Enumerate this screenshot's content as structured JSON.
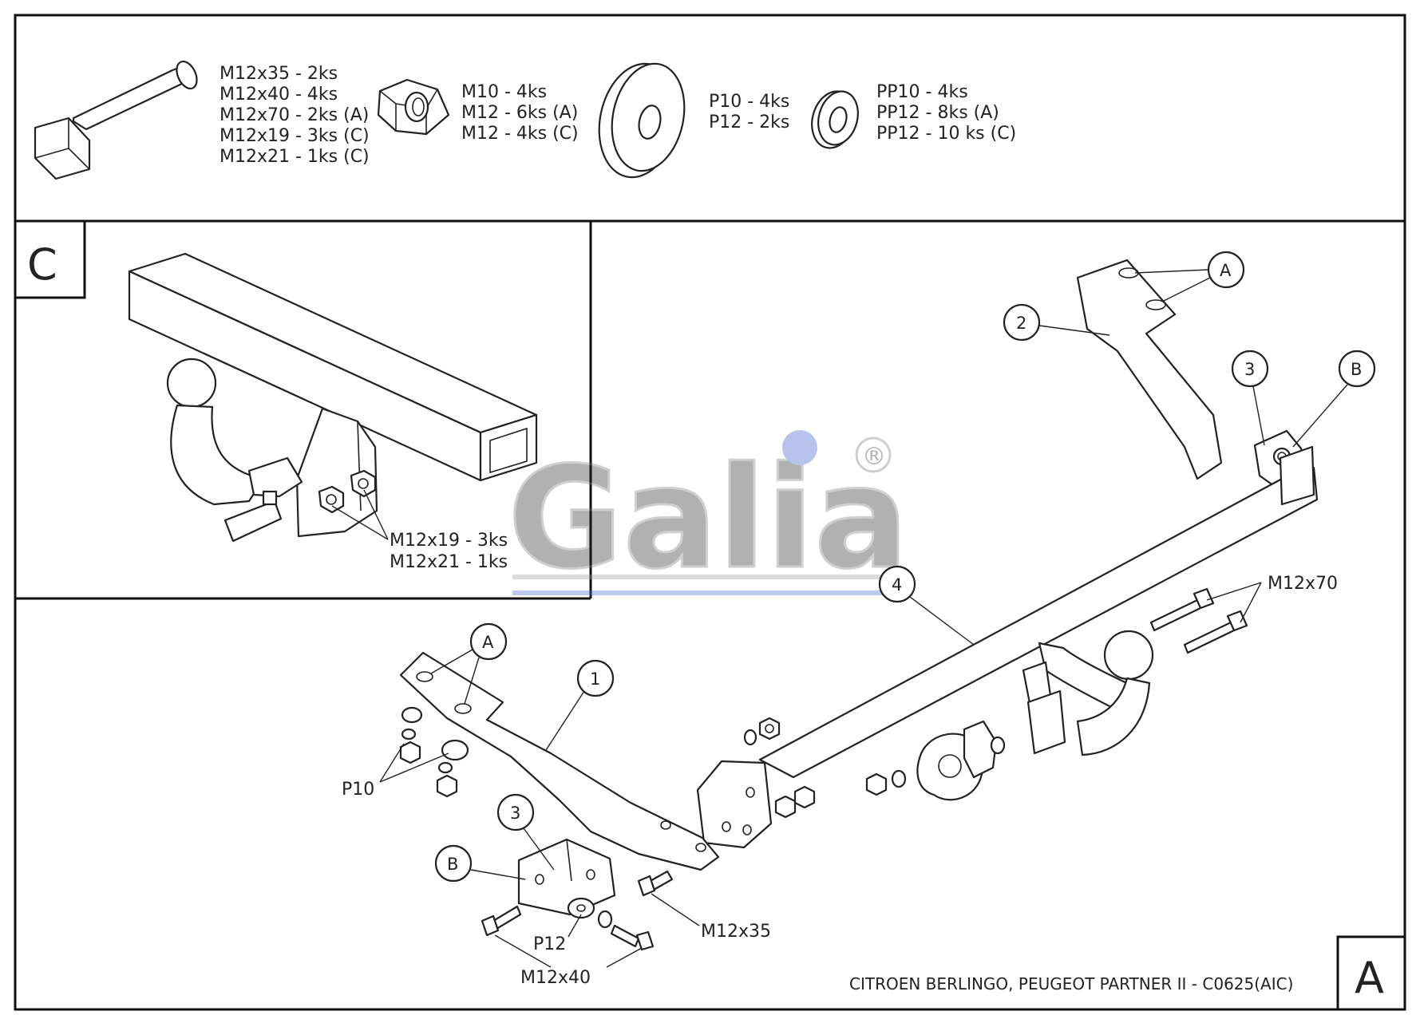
{
  "parts_list": {
    "bolts": [
      "M12x35 - 2ks",
      "M12x40 - 4ks",
      "M12x70 - 2ks (A)",
      "M12x19 - 3ks (C)",
      "M12x21 - 1ks (C)"
    ],
    "nuts": [
      "M10 - 4ks",
      "M12 - 6ks (A)",
      "M12 - 4ks (C)"
    ],
    "washers": [
      "P10 - 4ks",
      "P12 - 2ks"
    ],
    "spring_washers": [
      "PP10 - 4ks",
      "PP12 - 8ks (A)",
      "PP12 - 10 ks (C)"
    ]
  },
  "panel_c": {
    "letter": "C",
    "bolt_labels": [
      "M12x19 - 3ks",
      "M12x21 - 1ks"
    ]
  },
  "panel_a": {
    "letter": "A",
    "callouts": {
      "one": "1",
      "two": "2",
      "three_right": "3",
      "three_left": "3",
      "four": "4",
      "a_right": "A",
      "a_left": "A",
      "b_right": "B",
      "b_left": "B"
    },
    "bolt_labels": {
      "m12x70": "M12x70",
      "m12x35": "M12x35",
      "m12x40": "M12x40",
      "p10": "P10",
      "p12": "P12"
    },
    "title": "CITROEN BERLINGO, PEUGEOT PARTNER II - C0625(AIC)"
  },
  "watermark": {
    "brand": "Galia",
    "registered": "®"
  }
}
